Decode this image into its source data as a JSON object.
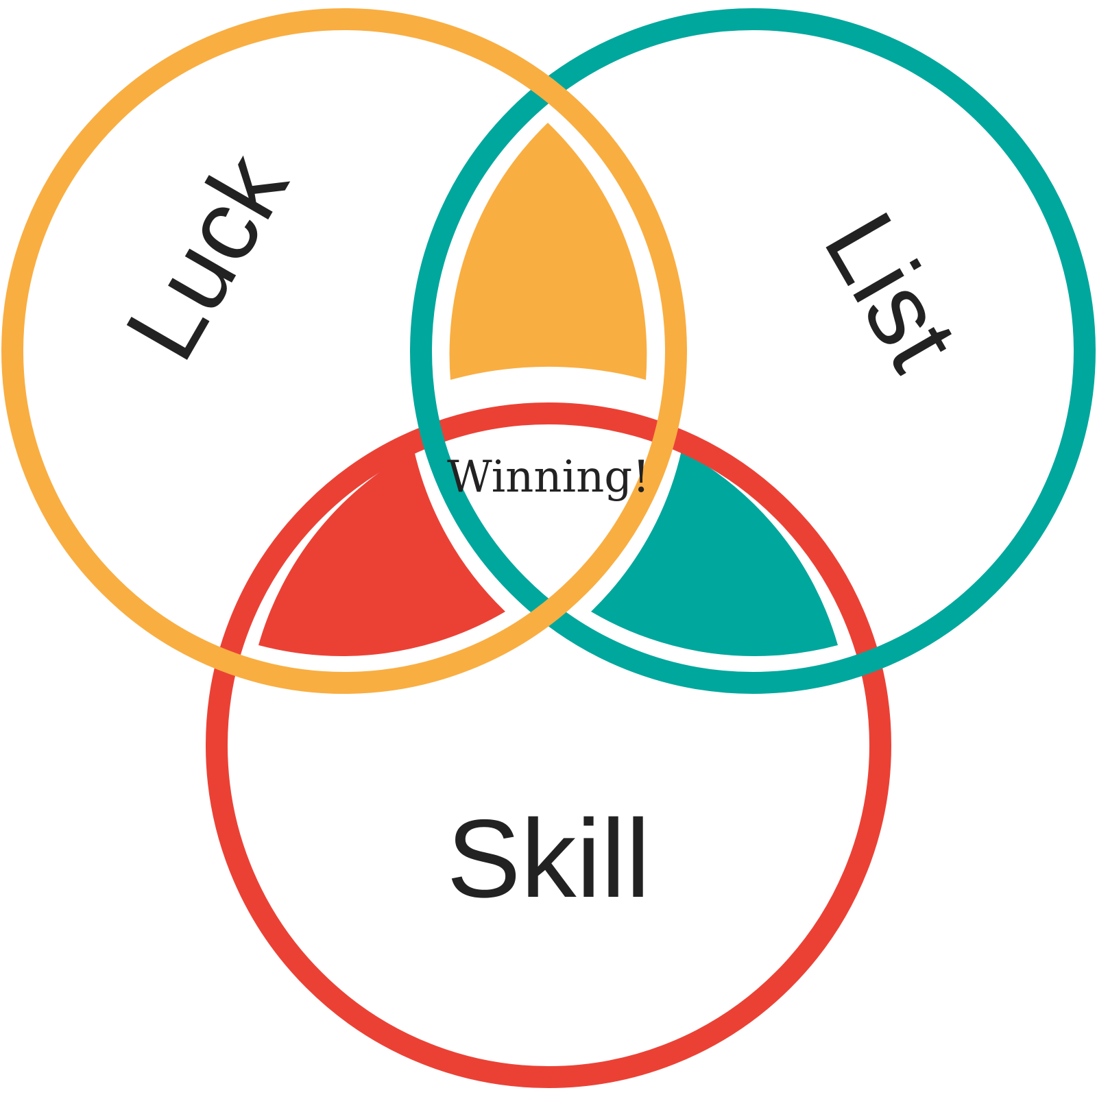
{
  "diagram": {
    "circles": [
      {
        "id": "luck",
        "label": "Luck",
        "color": "#F9AE42"
      },
      {
        "id": "list",
        "label": "List",
        "color": "#00A79D"
      },
      {
        "id": "skill",
        "label": "Skill",
        "color": "#EB4135"
      }
    ],
    "center_label": "Winning!"
  }
}
